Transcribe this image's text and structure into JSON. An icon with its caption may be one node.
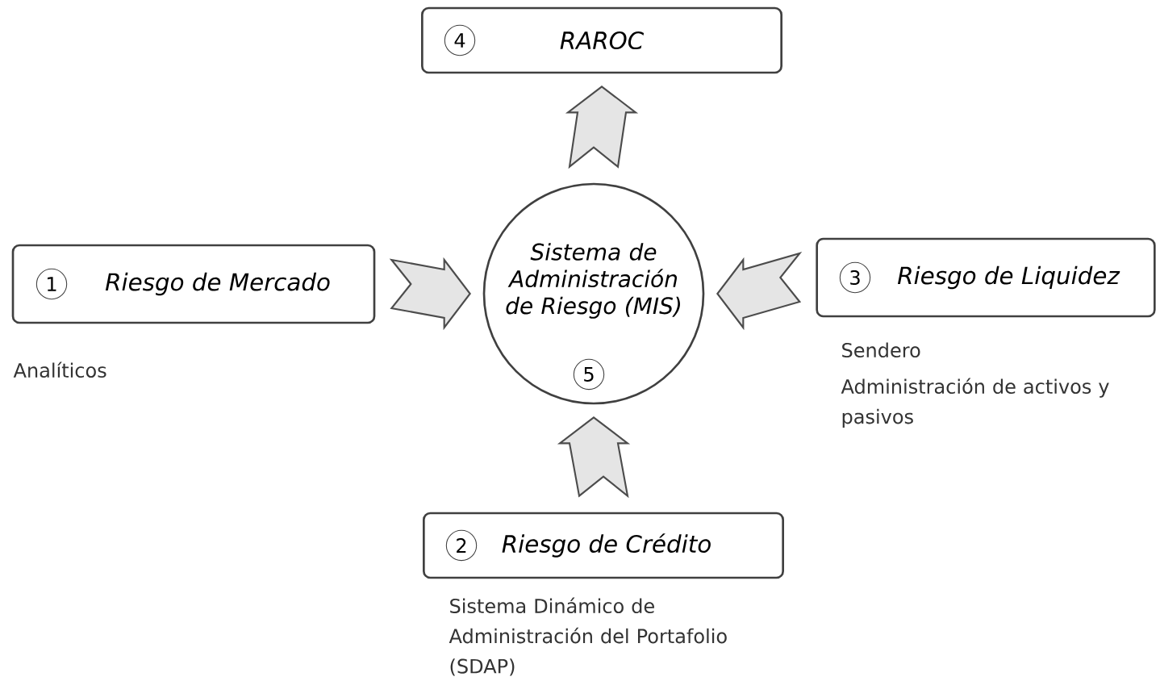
{
  "diagram": {
    "nodes": [
      {
        "text": [
          "4",
          "RAROC"
        ]
      },
      {
        "text": [
          "1",
          "Riesgo de Mercado"
        ],
        "beside": [
          "Analíticos"
        ]
      },
      {
        "text": [
          "Sistema de Administración de Riesgo (MIS)",
          "5"
        ]
      },
      {
        "text": [
          "3",
          "Riesgo de Liquidez"
        ],
        "beside": [
          "Sendero",
          "Administración de activos y pasivos"
        ]
      },
      {
        "text": [
          "2",
          "Riesgo de Crédito"
        ],
        "beside": [
          "Sistema Dinámico de Administración del Portafolio (SDAP)"
        ]
      }
    ],
    "edges": [
      {
        "from": 2,
        "to": 0,
        "arrow": "to"
      },
      {
        "from": 1,
        "to": 2,
        "arrow": "to"
      },
      {
        "from": 3,
        "to": 2,
        "arrow": "to"
      },
      {
        "from": 4,
        "to": 2,
        "arrow": "to"
      }
    ]
  }
}
